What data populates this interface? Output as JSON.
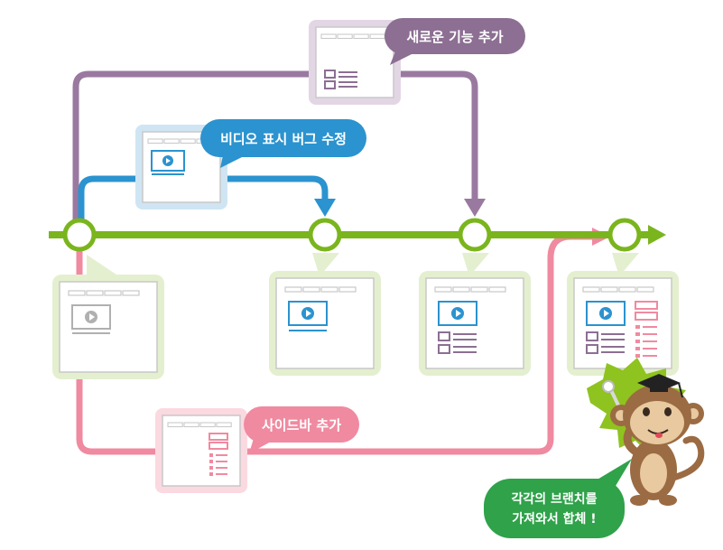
{
  "bubbles": {
    "new_feature": "새로운 기능 추가",
    "video_fix": "비디오 표시 버그 수정",
    "sidebar": "사이드바 추가",
    "merge_line1": "각각의 브랜치를",
    "merge_line2": "가져와서 합체 !"
  },
  "colors": {
    "main_branch": "#7ab51d",
    "purple_branch": "#9a79a0",
    "blue_branch": "#2b93cf",
    "pink_branch": "#f08aa0",
    "merge_bubble": "#2fa24a"
  },
  "icons": [
    "browser-window-icon",
    "video-play-icon",
    "list-lines-icon",
    "mascot-monkey-icon"
  ]
}
